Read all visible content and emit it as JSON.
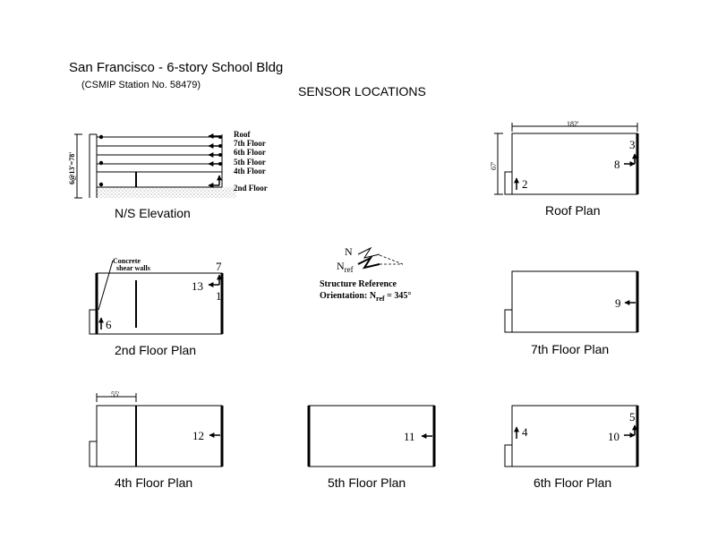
{
  "header": {
    "title": "San Francisco - 6-story School Bldg",
    "station": "(CSMIP Station No. 58479)",
    "section_title": "SENSOR LOCATIONS"
  },
  "elevation": {
    "caption": "N/S Elevation",
    "height_dim": "6@13'=78'",
    "floor_labels": [
      "Roof",
      "7th Floor",
      "6th Floor",
      "5th Floor",
      "4th Floor",
      "2nd Floor"
    ]
  },
  "roof_plan": {
    "caption": "Roof Plan",
    "width_dim": "182'",
    "depth_dim": "67'",
    "sensors": [
      "3",
      "8",
      "2"
    ]
  },
  "floor2_plan": {
    "caption": "2nd Floor Plan",
    "note_line1": "Concrete",
    "note_line2": "shear walls",
    "sensors": [
      "7",
      "13",
      "1",
      "6"
    ]
  },
  "reference": {
    "n_label": "N",
    "nref_main": "N",
    "nref_sub": "ref",
    "line1": "Structure Reference",
    "line2_prefix": "Orientation: N",
    "line2_sub": "ref",
    "line2_suffix": " = 345°"
  },
  "floor7_plan": {
    "caption": "7th Floor Plan",
    "sensors": [
      "9"
    ]
  },
  "floor4_plan": {
    "caption": "4th Floor Plan",
    "width_dim": "55'",
    "sensors": [
      "12"
    ]
  },
  "floor5_plan": {
    "caption": "5th Floor Plan",
    "sensors": [
      "11"
    ]
  },
  "floor6_plan": {
    "caption": "6th Floor Plan",
    "sensors": [
      "5",
      "10",
      "4"
    ]
  }
}
